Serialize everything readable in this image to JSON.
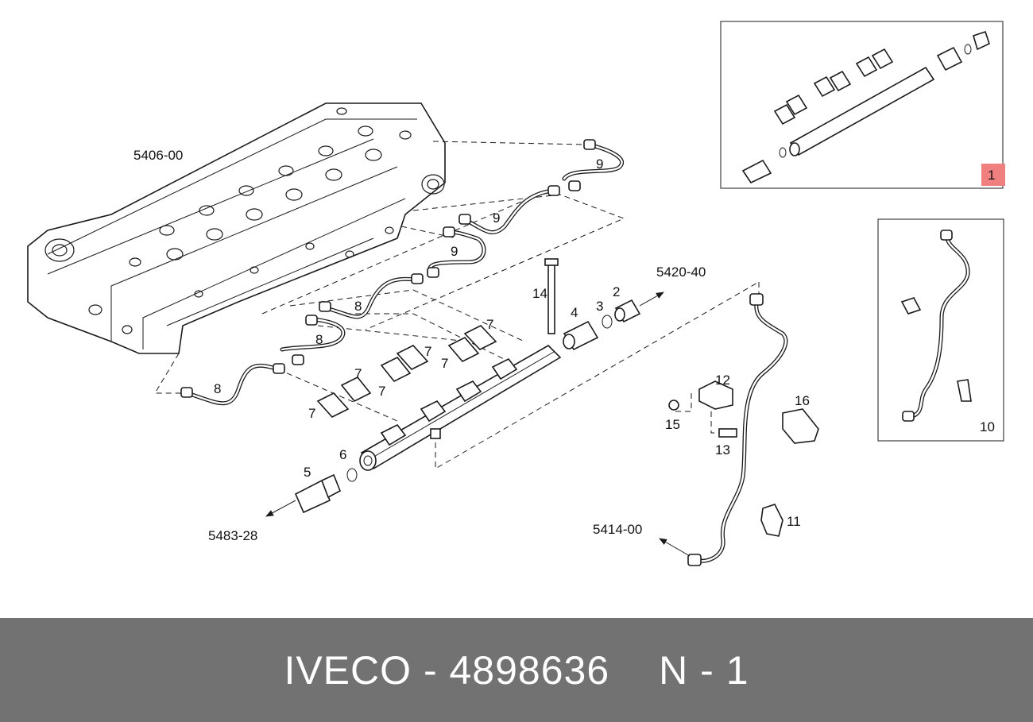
{
  "footer": {
    "brand": "IVECO",
    "dash1": "-",
    "part_number": "4898636",
    "position_prefix": "N",
    "dash2": "-",
    "position_number": "1"
  },
  "diagram": {
    "ref_cylinder_head": "5406-00",
    "ref_pump": "5420-40",
    "ref_sensor": "5483-28",
    "ref_return": "5414-00",
    "callouts": [
      "1",
      "2",
      "3",
      "4",
      "5",
      "6",
      "7",
      "8",
      "9",
      "10",
      "11",
      "12",
      "13",
      "14",
      "15",
      "16"
    ],
    "highlight_callout": "1",
    "highlight_color": "#f08080"
  }
}
